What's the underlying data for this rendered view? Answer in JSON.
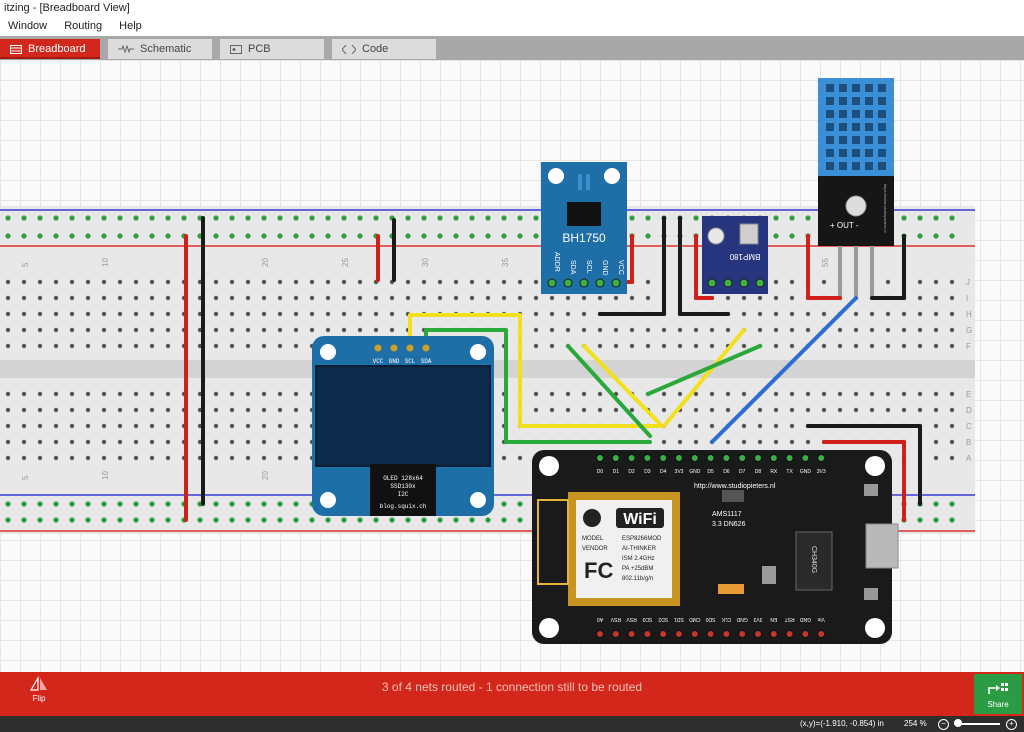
{
  "window": {
    "title": "itzing - [Breadboard View]"
  },
  "menu": {
    "items": [
      "Window",
      "Routing",
      "Help"
    ]
  },
  "tabs": [
    {
      "label": "Breadboard",
      "icon": "breadboard-icon",
      "active": true
    },
    {
      "label": "Schematic",
      "icon": "schematic-icon",
      "active": false
    },
    {
      "label": "PCB",
      "icon": "pcb-icon",
      "active": false
    },
    {
      "label": "Code",
      "icon": "code-icon",
      "active": false
    }
  ],
  "breadboard": {
    "column_numbers": [
      "5",
      "10",
      "20",
      "25",
      "30",
      "35",
      "55"
    ],
    "row_letters_top": [
      "J",
      "I",
      "H",
      "G",
      "F"
    ],
    "row_letters_bottom": [
      "E",
      "D",
      "C",
      "B",
      "A"
    ]
  },
  "oled": {
    "pins": [
      "VCC",
      "GND",
      "SCL",
      "SDA"
    ],
    "line1": "OLED 128x64",
    "line2": "SSD130x",
    "line3": "I2C",
    "line4": "blog.squix.ch"
  },
  "bh1750": {
    "label": "BH1750",
    "pins": [
      "ADDR",
      "SDA",
      "SCL",
      "GND",
      "VCC"
    ]
  },
  "bmp180": {
    "label": "BMP180"
  },
  "dht": {
    "pins": "+ OUT -",
    "side_text": "https://www.studiopieters.nl"
  },
  "nodemcu": {
    "url": "http://www.studiopieters.nl",
    "top_pins": [
      "D0",
      "D1",
      "D2",
      "D3",
      "D4",
      "3V3",
      "GND",
      "D5",
      "D6",
      "D7",
      "D8",
      "RX",
      "TX",
      "GND",
      "3V3"
    ],
    "bottom_pins": [
      "A0",
      "RSV",
      "RSV",
      "SD3",
      "SD2",
      "SD1",
      "CMD",
      "SD0",
      "CLK",
      "GND",
      "3V3",
      "EN",
      "RST",
      "GND",
      "Vin"
    ],
    "wifi": "WiFi",
    "module_lines": [
      "ESP8266MOD",
      "AI-THINKER",
      "ISM  2.4GHz",
      "PA  +25dBM",
      "802.11b/g/n"
    ],
    "model_label": "MODEL",
    "vendor_label": "VENDOR",
    "fc": "FC",
    "regulator": [
      "AMS1117",
      "3.3 DN626"
    ],
    "usb_chip": "CH340G"
  },
  "status": {
    "message": "3 of 4 nets routed - 1 connection still to be routed"
  },
  "toolbar": {
    "flip_label": "Flip",
    "share_label": "Share"
  },
  "infobar": {
    "coords": "(x,y)=(-1.910, -0.854) in",
    "zoom": "254 %"
  },
  "colors": {
    "accent": "#d4271b",
    "share": "#2b9b44",
    "board": "#1e6fa8",
    "nodemcu": "#1a1a1a"
  }
}
